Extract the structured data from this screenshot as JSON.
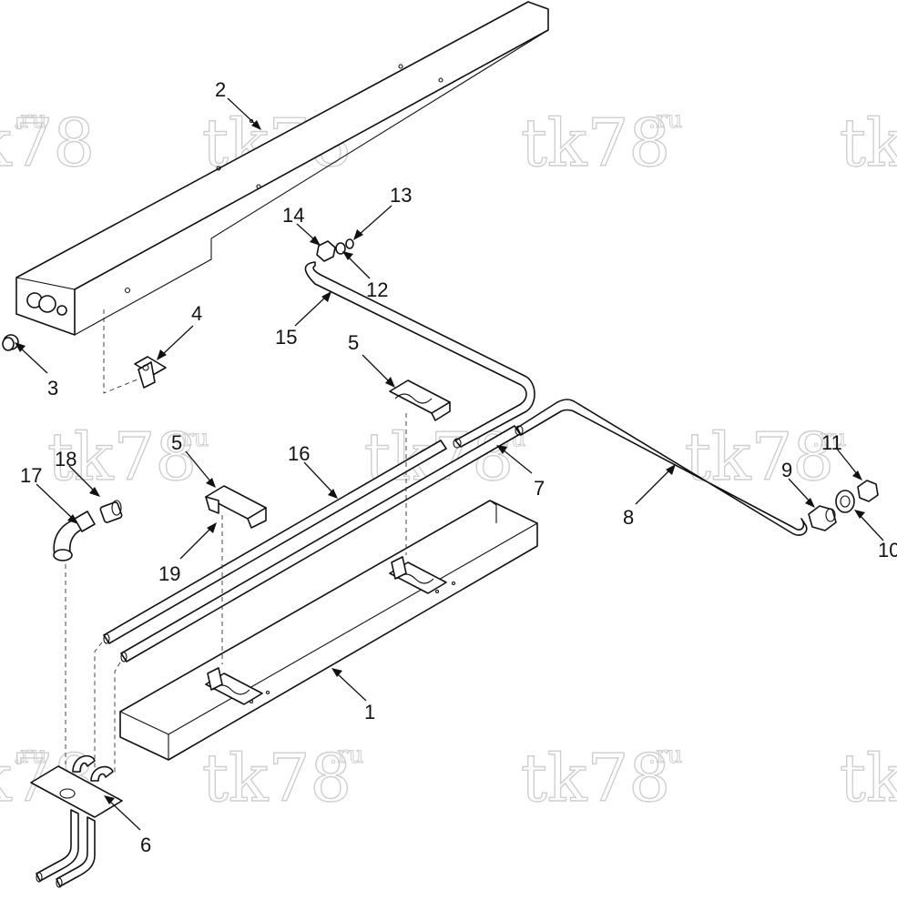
{
  "watermark": {
    "main": "tk78",
    "suffix": ".ru"
  },
  "callouts": [
    {
      "id": "1",
      "label": "1"
    },
    {
      "id": "2",
      "label": "2"
    },
    {
      "id": "3",
      "label": "3"
    },
    {
      "id": "4",
      "label": "4"
    },
    {
      "id": "5a",
      "label": "5"
    },
    {
      "id": "5b",
      "label": "5"
    },
    {
      "id": "6",
      "label": "6"
    },
    {
      "id": "7",
      "label": "7"
    },
    {
      "id": "8",
      "label": "8"
    },
    {
      "id": "9",
      "label": "9"
    },
    {
      "id": "10",
      "label": "10"
    },
    {
      "id": "11",
      "label": "11"
    },
    {
      "id": "12",
      "label": "12"
    },
    {
      "id": "13",
      "label": "13"
    },
    {
      "id": "14",
      "label": "14"
    },
    {
      "id": "15",
      "label": "15"
    },
    {
      "id": "16",
      "label": "16"
    },
    {
      "id": "17",
      "label": "17"
    },
    {
      "id": "18",
      "label": "18"
    },
    {
      "id": "19",
      "label": "19"
    }
  ]
}
